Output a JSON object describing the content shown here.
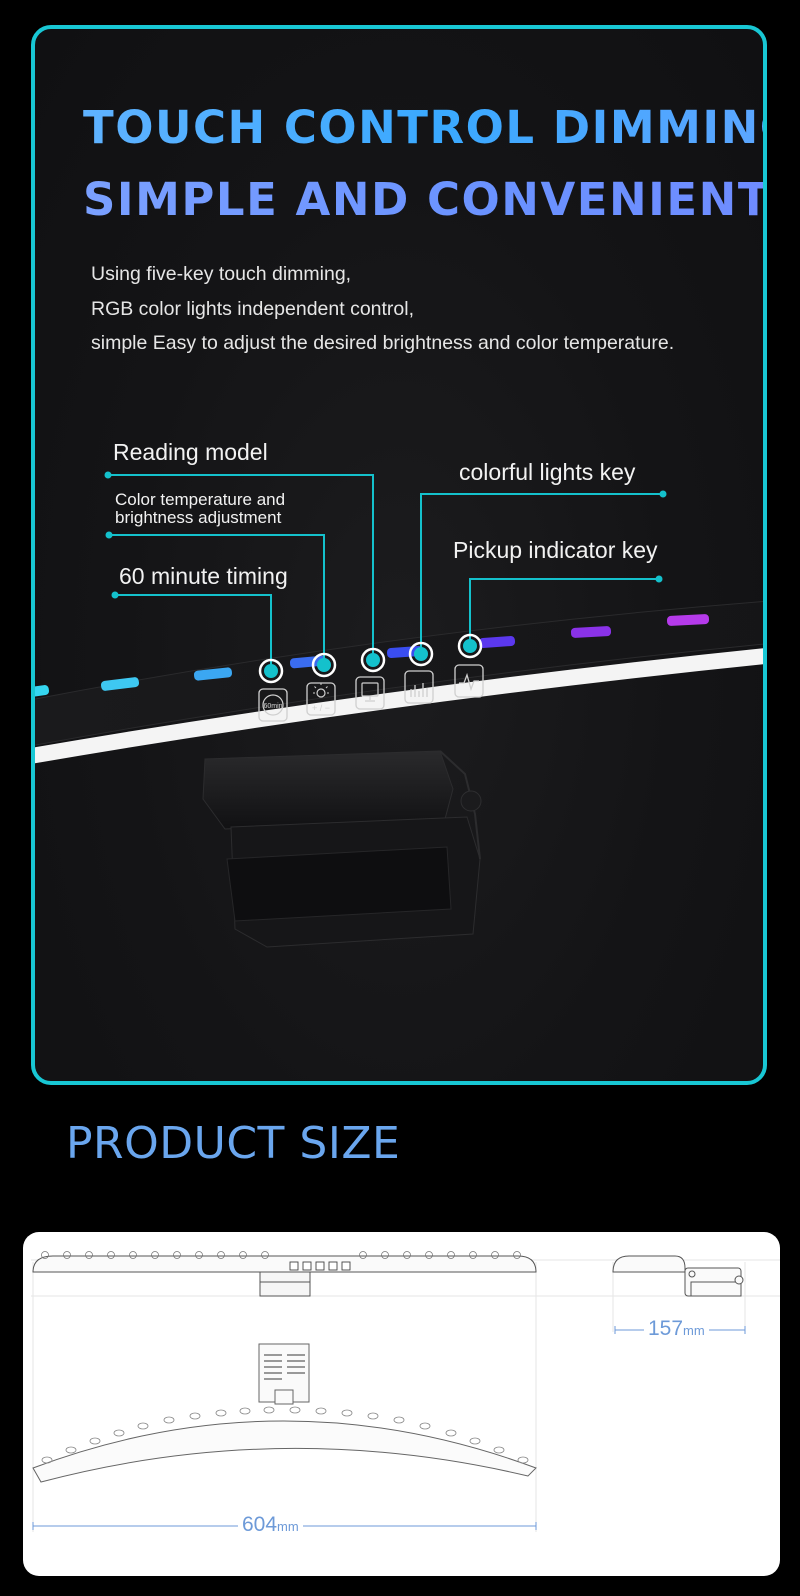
{
  "feature": {
    "headline_line1": "TOUCH CONTROL DIMMING",
    "headline_line2": "SIMPLE AND CONVENIENT",
    "description": [
      "Using five-key touch dimming,",
      "RGB color lights independent control,",
      "simple Easy to adjust the desired brightness and color temperature."
    ]
  },
  "callouts": {
    "reading_model": "Reading model",
    "color_temp_line1": "Color temperature and",
    "color_temp_line2": "brightness adjustment",
    "timing": "60 minute timing",
    "colorful": "colorful lights key",
    "pickup": "Pickup indicator key"
  },
  "keys": {
    "timer_label": "60min",
    "brightness_label": "+ / −"
  },
  "product_size": {
    "title": "PRODUCT SIZE",
    "width_value": "604",
    "width_unit": "mm",
    "depth_value": "157",
    "depth_unit": "mm"
  },
  "colors": {
    "frame_border": "#18c7d4",
    "callout_line": "#14c1cc",
    "section_title": "#6aa6ee",
    "dimension": "#6d9ad8"
  }
}
